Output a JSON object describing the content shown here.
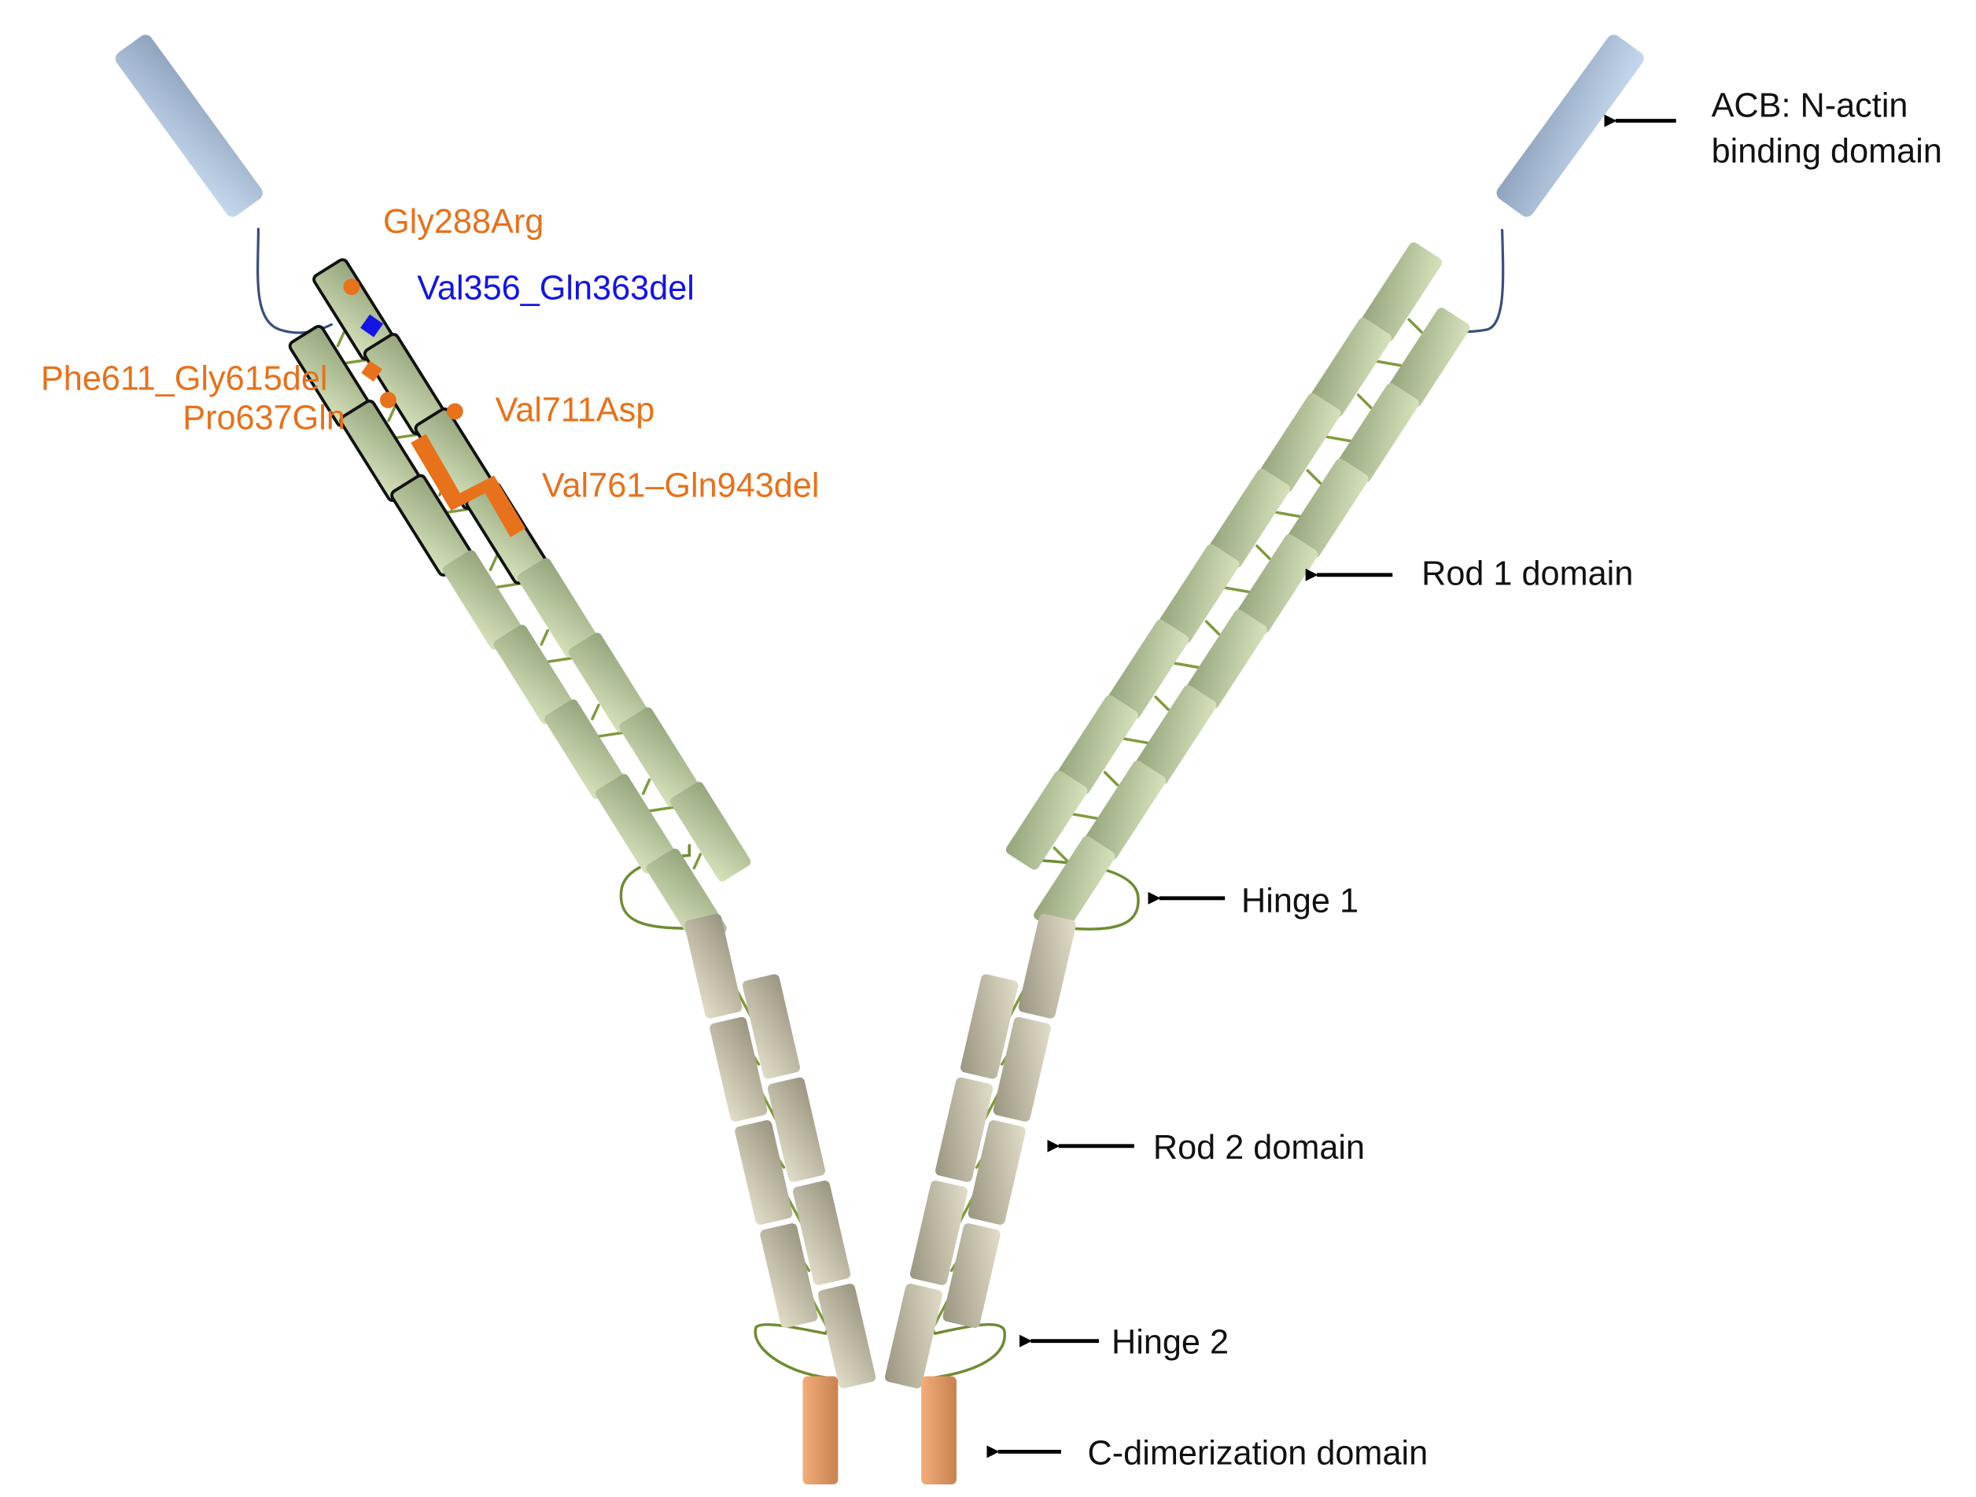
{
  "figure": {
    "title": "Alpha-actinin antiparallel dimer domain schematic with mutations",
    "domain_labels": {
      "abd": "ACB: N-actin binding domain",
      "abd_line1": "ACB: N-actin",
      "abd_line2": "binding domain",
      "rod1": "Rod 1 domain",
      "hinge1": "Hinge 1",
      "rod2": "Rod 2 domain",
      "hinge2": "Hinge 2",
      "cdim": "C-dimerization domain"
    },
    "mutations": [
      {
        "label": "Gly288Arg",
        "marker": "circle",
        "color": "#e8711b"
      },
      {
        "label": "Val356_Gln363del",
        "marker": "square",
        "color": "#1414e6"
      },
      {
        "label": "Phe611_Gly615del",
        "marker": "square",
        "color": "#e8711b"
      },
      {
        "label": "Pro637Gln",
        "marker": "circle",
        "color": "#e8711b"
      },
      {
        "label": "Val711Asp",
        "marker": "circle",
        "color": "#e8711b"
      },
      {
        "label": "Val761–Gln943del",
        "marker": "z-band",
        "color": "#e8711b"
      }
    ],
    "colors": {
      "abd": [
        "#8ea2bd",
        "#c6d9ee"
      ],
      "rod1": [
        "#97a67e",
        "#d7e3bd"
      ],
      "rod2": [
        "#9a9685",
        "#e0dcc8"
      ],
      "cdim": [
        "#c98552",
        "#f4b485"
      ],
      "mutation_orange": "#e8711b",
      "mutation_blue": "#1414e6",
      "arrow": "#000000"
    },
    "counts": {
      "rod1_repeats_per_arm": 16,
      "rod2_repeats_per_arm": 8
    }
  }
}
